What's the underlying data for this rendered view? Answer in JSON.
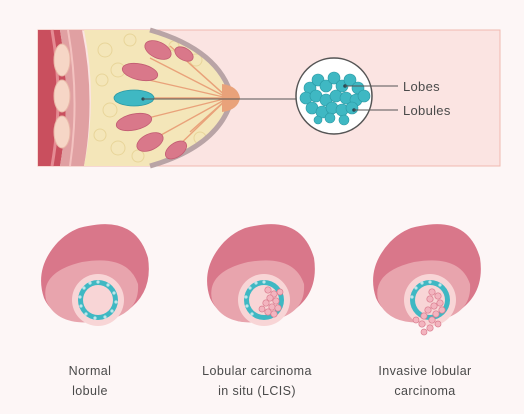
{
  "top_panel": {
    "labels": {
      "lobes": "Lobes",
      "lobules": "Lobules"
    },
    "colors": {
      "panel_bg": "#fbe4e2",
      "panel_border": "#f0b9b0",
      "lobule": "#3fb8c3",
      "lobe": "#d9788a",
      "fat": "#f4e6b9",
      "duct": "#e9a27a"
    }
  },
  "stages": [
    {
      "line1": "Normal",
      "line2": "lobule"
    },
    {
      "line1": "Lobular carcinoma",
      "line2": "in situ (LCIS)"
    },
    {
      "line1": "Invasive lobular",
      "line2": "carcinoma"
    }
  ]
}
